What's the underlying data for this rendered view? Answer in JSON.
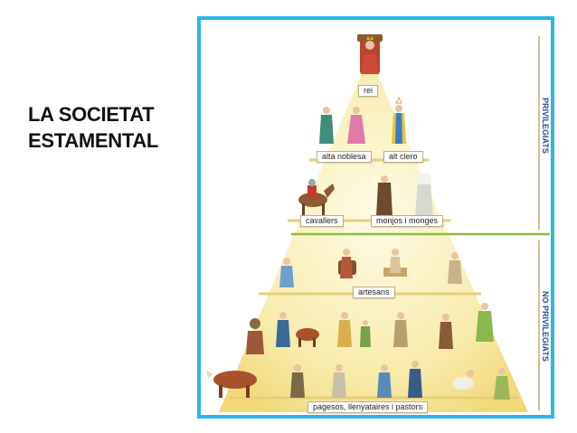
{
  "title": {
    "line1": "LA SOCIETAT",
    "line2": "ESTAMENTAL"
  },
  "colors": {
    "frame": "#29b6e8",
    "pyramid_light": "#fdf8d8",
    "pyramid_mid": "#f6e69a",
    "divider_green": "#8cbf3f",
    "side_text": "#1f4f8f"
  },
  "pyramid": {
    "levels": [
      {
        "label": "rei",
        "group": "privileged"
      },
      {
        "label": "alta noblesa",
        "group": "privileged"
      },
      {
        "label": "alt clero",
        "group": "privileged"
      },
      {
        "label": "cavallers",
        "group": "privileged"
      },
      {
        "label": "monjos i monges",
        "group": "privileged"
      },
      {
        "label": "artesans",
        "group": "non-privileged"
      },
      {
        "label": "pagesos, llenyataires i pastors",
        "group": "non-privileged"
      }
    ],
    "groups": {
      "privileged": "PRIVILEGIATS",
      "non_privileged": "NO PRIVILEGIATS"
    }
  }
}
